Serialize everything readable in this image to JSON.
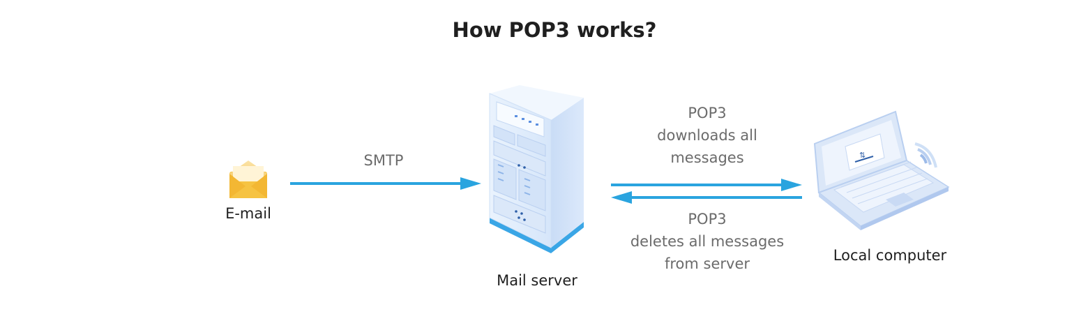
{
  "diagram": {
    "title": "How POP3 works?",
    "nodes": {
      "email": {
        "label": "E-mail",
        "icon": "envelope-icon"
      },
      "server": {
        "label": "Mail server",
        "icon": "server-rack-icon"
      },
      "computer": {
        "label": "Local computer",
        "icon": "laptop-icon"
      }
    },
    "edges": {
      "smtp": {
        "label": "SMTP",
        "direction": "email-to-server"
      },
      "download": {
        "lines": [
          "POP3",
          "downloads all",
          "messages"
        ],
        "direction": "server-to-computer"
      },
      "delete": {
        "lines": [
          "POP3",
          "deletes all messages",
          "from server"
        ],
        "direction": "computer-to-server"
      }
    },
    "colors": {
      "arrow": "#2aa4df",
      "envelope": "#f6c342",
      "server_accent": "#3aa6e6"
    }
  }
}
